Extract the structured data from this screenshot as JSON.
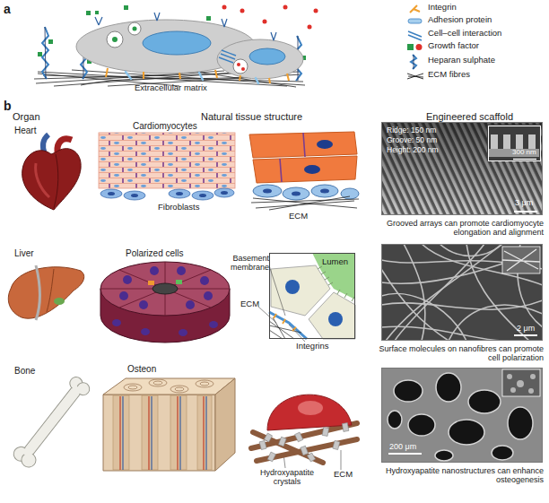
{
  "diagram": {
    "nodes": [
      {
        "text": [
          "Ridge: 150 nm",
          "Groove: 50 nm",
          "Height: 200 nm",
          "3 μm",
          "Grooved arrays can promote cardiomyocyte elongation and alignment"
        ]
      },
      {
        "text": [
          "300 nm"
        ],
        "in": 0
      },
      {
        "text": [
          "Lumen"
        ]
      },
      {
        "text": [
          "2 μm",
          "Surface molecules on nanofibres can promote cell polarization"
        ]
      },
      {
        "text": [
          "200 μm",
          "Hydroxyapatite nanostructures can enhance osteogenesis"
        ]
      }
    ],
    "labels": [
      "a",
      "Extracellular matrix",
      "b",
      "Organ",
      "Natural tissue structure",
      "Engineered scaffold",
      "Heart",
      "Cardiomyocytes",
      "Fibroblasts",
      "ECM",
      "Liver",
      "Polarized cells",
      "Basement membrane",
      "ECM",
      "Integrins",
      "Bone",
      "Osteon",
      "Hydroxyapatite crystals",
      "ECM"
    ],
    "legend": [
      {
        "text": "Integrin"
      },
      {
        "text": "Adhesion protein"
      },
      {
        "text": "Cell–cell interaction"
      },
      {
        "text": "Growth factor"
      },
      {
        "text": "Heparan sulphate"
      },
      {
        "text": "ECM fibres"
      }
    ]
  }
}
